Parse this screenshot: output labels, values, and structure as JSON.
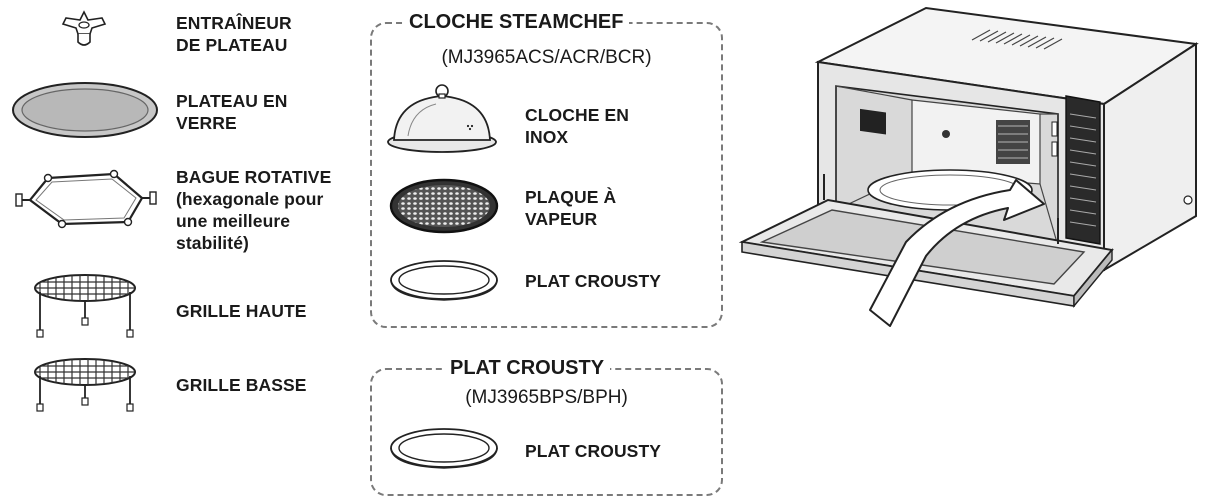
{
  "left_items": [
    {
      "id": "turntable-coupler",
      "lines": [
        "ENTRAÎNEUR",
        "DE PLATEAU"
      ]
    },
    {
      "id": "glass-tray",
      "lines": [
        "PLATEAU EN",
        "VERRE"
      ]
    },
    {
      "id": "roller-ring",
      "lines": [
        "BAGUE ROTATIVE",
        "(hexagonale pour",
        "une meilleure",
        "stabilité)"
      ]
    },
    {
      "id": "high-rack",
      "lines": [
        "GRILLE HAUTE"
      ]
    },
    {
      "id": "low-rack",
      "lines": [
        "GRILLE BASSE"
      ]
    }
  ],
  "steamchef_box": {
    "title": "CLOCHE STEAMCHEF",
    "models": "(MJ3965ACS/ACR/BCR)",
    "items": [
      {
        "id": "stainless-cover",
        "lines": [
          "CLOCHE EN",
          "INOX"
        ]
      },
      {
        "id": "steam-plate",
        "lines": [
          "PLAQUE À",
          "VAPEUR"
        ]
      },
      {
        "id": "crusty-plate",
        "lines": [
          "PLAT CROUSTY"
        ]
      }
    ]
  },
  "crusty_box": {
    "title": "PLAT CROUSTY",
    "models": "(MJ3965BPS/BPH)",
    "items": [
      {
        "id": "crusty-plate-2",
        "lines": [
          "PLAT CROUSTY"
        ]
      }
    ]
  }
}
